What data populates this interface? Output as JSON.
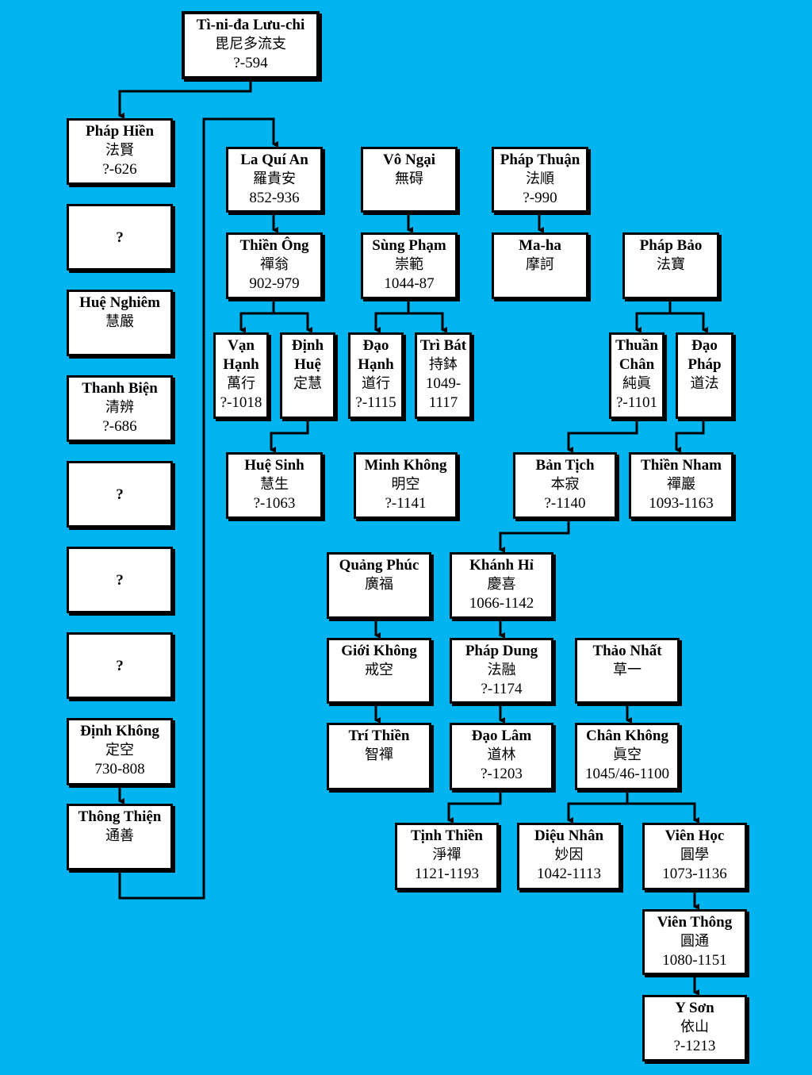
{
  "colors": {
    "background": "#00B4F0",
    "box": "#FFFFFF",
    "line": "#000000"
  },
  "nodes": {
    "root": {
      "name": "Tì-ni-đa Lưu-chi",
      "hanzi": "毘尼多流支",
      "dates": "?-594"
    },
    "phap_hien": {
      "name": "Pháp Hiền",
      "hanzi": "法賢",
      "dates": "?-626"
    },
    "unknown_1": {
      "name": "?"
    },
    "hue_nghiem": {
      "name": "Huệ Nghiêm",
      "hanzi": "慧嚴"
    },
    "thanh_bien": {
      "name": "Thanh Biện",
      "hanzi": "清辨",
      "dates": "?-686"
    },
    "unknown_2": {
      "name": "?"
    },
    "unknown_3": {
      "name": "?"
    },
    "unknown_4": {
      "name": "?"
    },
    "dinh_khong": {
      "name": "Định Không",
      "hanzi": "定空",
      "dates": "730-808"
    },
    "thong_thien": {
      "name": "Thông Thiện",
      "hanzi": "通善"
    },
    "la_qui_an": {
      "name": "La Quí An",
      "hanzi": "羅貴安",
      "dates": "852-936"
    },
    "thien_ong": {
      "name": "Thiền Ông",
      "hanzi": "禪翁",
      "dates": "902-979"
    },
    "van_hanh": {
      "name1": "Vạn",
      "name2": "Hạnh",
      "hanzi": "萬行",
      "dates": "?-1018"
    },
    "dinh_hue": {
      "name1": "Định",
      "name2": "Huệ",
      "hanzi": "定慧"
    },
    "hue_sinh": {
      "name": "Huệ Sinh",
      "hanzi": "慧生",
      "dates": "?-1063"
    },
    "vo_ngai": {
      "name": "Vô Ngại",
      "hanzi": "無碍"
    },
    "sung_pham": {
      "name": "Sùng Phạm",
      "hanzi": "崇範",
      "dates": "1044-87"
    },
    "dao_hanh": {
      "name1": "Đạo",
      "name2": "Hạnh",
      "hanzi": "道行",
      "dates": "?-1115"
    },
    "tri_bat": {
      "name": "Trì Bát",
      "hanzi": "持鉢",
      "dates1": "1049-",
      "dates2": "1117"
    },
    "minh_khong": {
      "name": "Minh Không",
      "hanzi": "明空",
      "dates": "?-1141"
    },
    "phap_thuan": {
      "name": "Pháp Thuận",
      "hanzi": "法順",
      "dates": "?-990"
    },
    "ma_ha": {
      "name": "Ma-ha",
      "hanzi": "摩訶"
    },
    "phap_bao": {
      "name": "Pháp Bảo",
      "hanzi": "法寶"
    },
    "thuan_chan": {
      "name1": "Thuần",
      "name2": "Chân",
      "hanzi": "純眞",
      "dates": "?-1101"
    },
    "dao_phap": {
      "name1": "Đạo",
      "name2": "Pháp",
      "hanzi": "道法"
    },
    "ban_tich": {
      "name": "Bản Tịch",
      "hanzi": "本寂",
      "dates": "?-1140"
    },
    "thien_nham": {
      "name": "Thiền Nham",
      "hanzi": "禪巖",
      "dates": "1093-1163"
    },
    "quang_phuc": {
      "name": "Quảng Phúc",
      "hanzi": "廣福"
    },
    "gioi_khong": {
      "name": "Giới Không",
      "hanzi": "戒空"
    },
    "tri_thien": {
      "name": "Trí Thiền",
      "hanzi": "智禪"
    },
    "khanh_hi": {
      "name": "Khánh Hỉ",
      "hanzi": "慶喜",
      "dates": "1066-1142"
    },
    "phap_dung": {
      "name": "Pháp Dung",
      "hanzi": "法融",
      "dates": "?-1174"
    },
    "dao_lam": {
      "name": "Đạo Lâm",
      "hanzi": "道林",
      "dates": "?-1203"
    },
    "thao_nhat": {
      "name": "Thảo Nhất",
      "hanzi": "草一"
    },
    "chan_khong": {
      "name": "Chân Không",
      "hanzi": "眞空",
      "dates": "1045/46-1100"
    },
    "tinh_thien": {
      "name": "Tịnh Thiền",
      "hanzi": "淨禪",
      "dates": "1121-1193"
    },
    "dieu_nhan": {
      "name": "Diệu Nhân",
      "hanzi": "妙因",
      "dates": "1042-1113"
    },
    "vien_hoc": {
      "name": "Viên Học",
      "hanzi": "圓學",
      "dates": "1073-1136"
    },
    "vien_thong": {
      "name": "Viên Thông",
      "hanzi": "圓通",
      "dates": "1080-1151"
    },
    "y_son": {
      "name": "Y Sơn",
      "hanzi": "依山",
      "dates": "?-1213"
    }
  }
}
